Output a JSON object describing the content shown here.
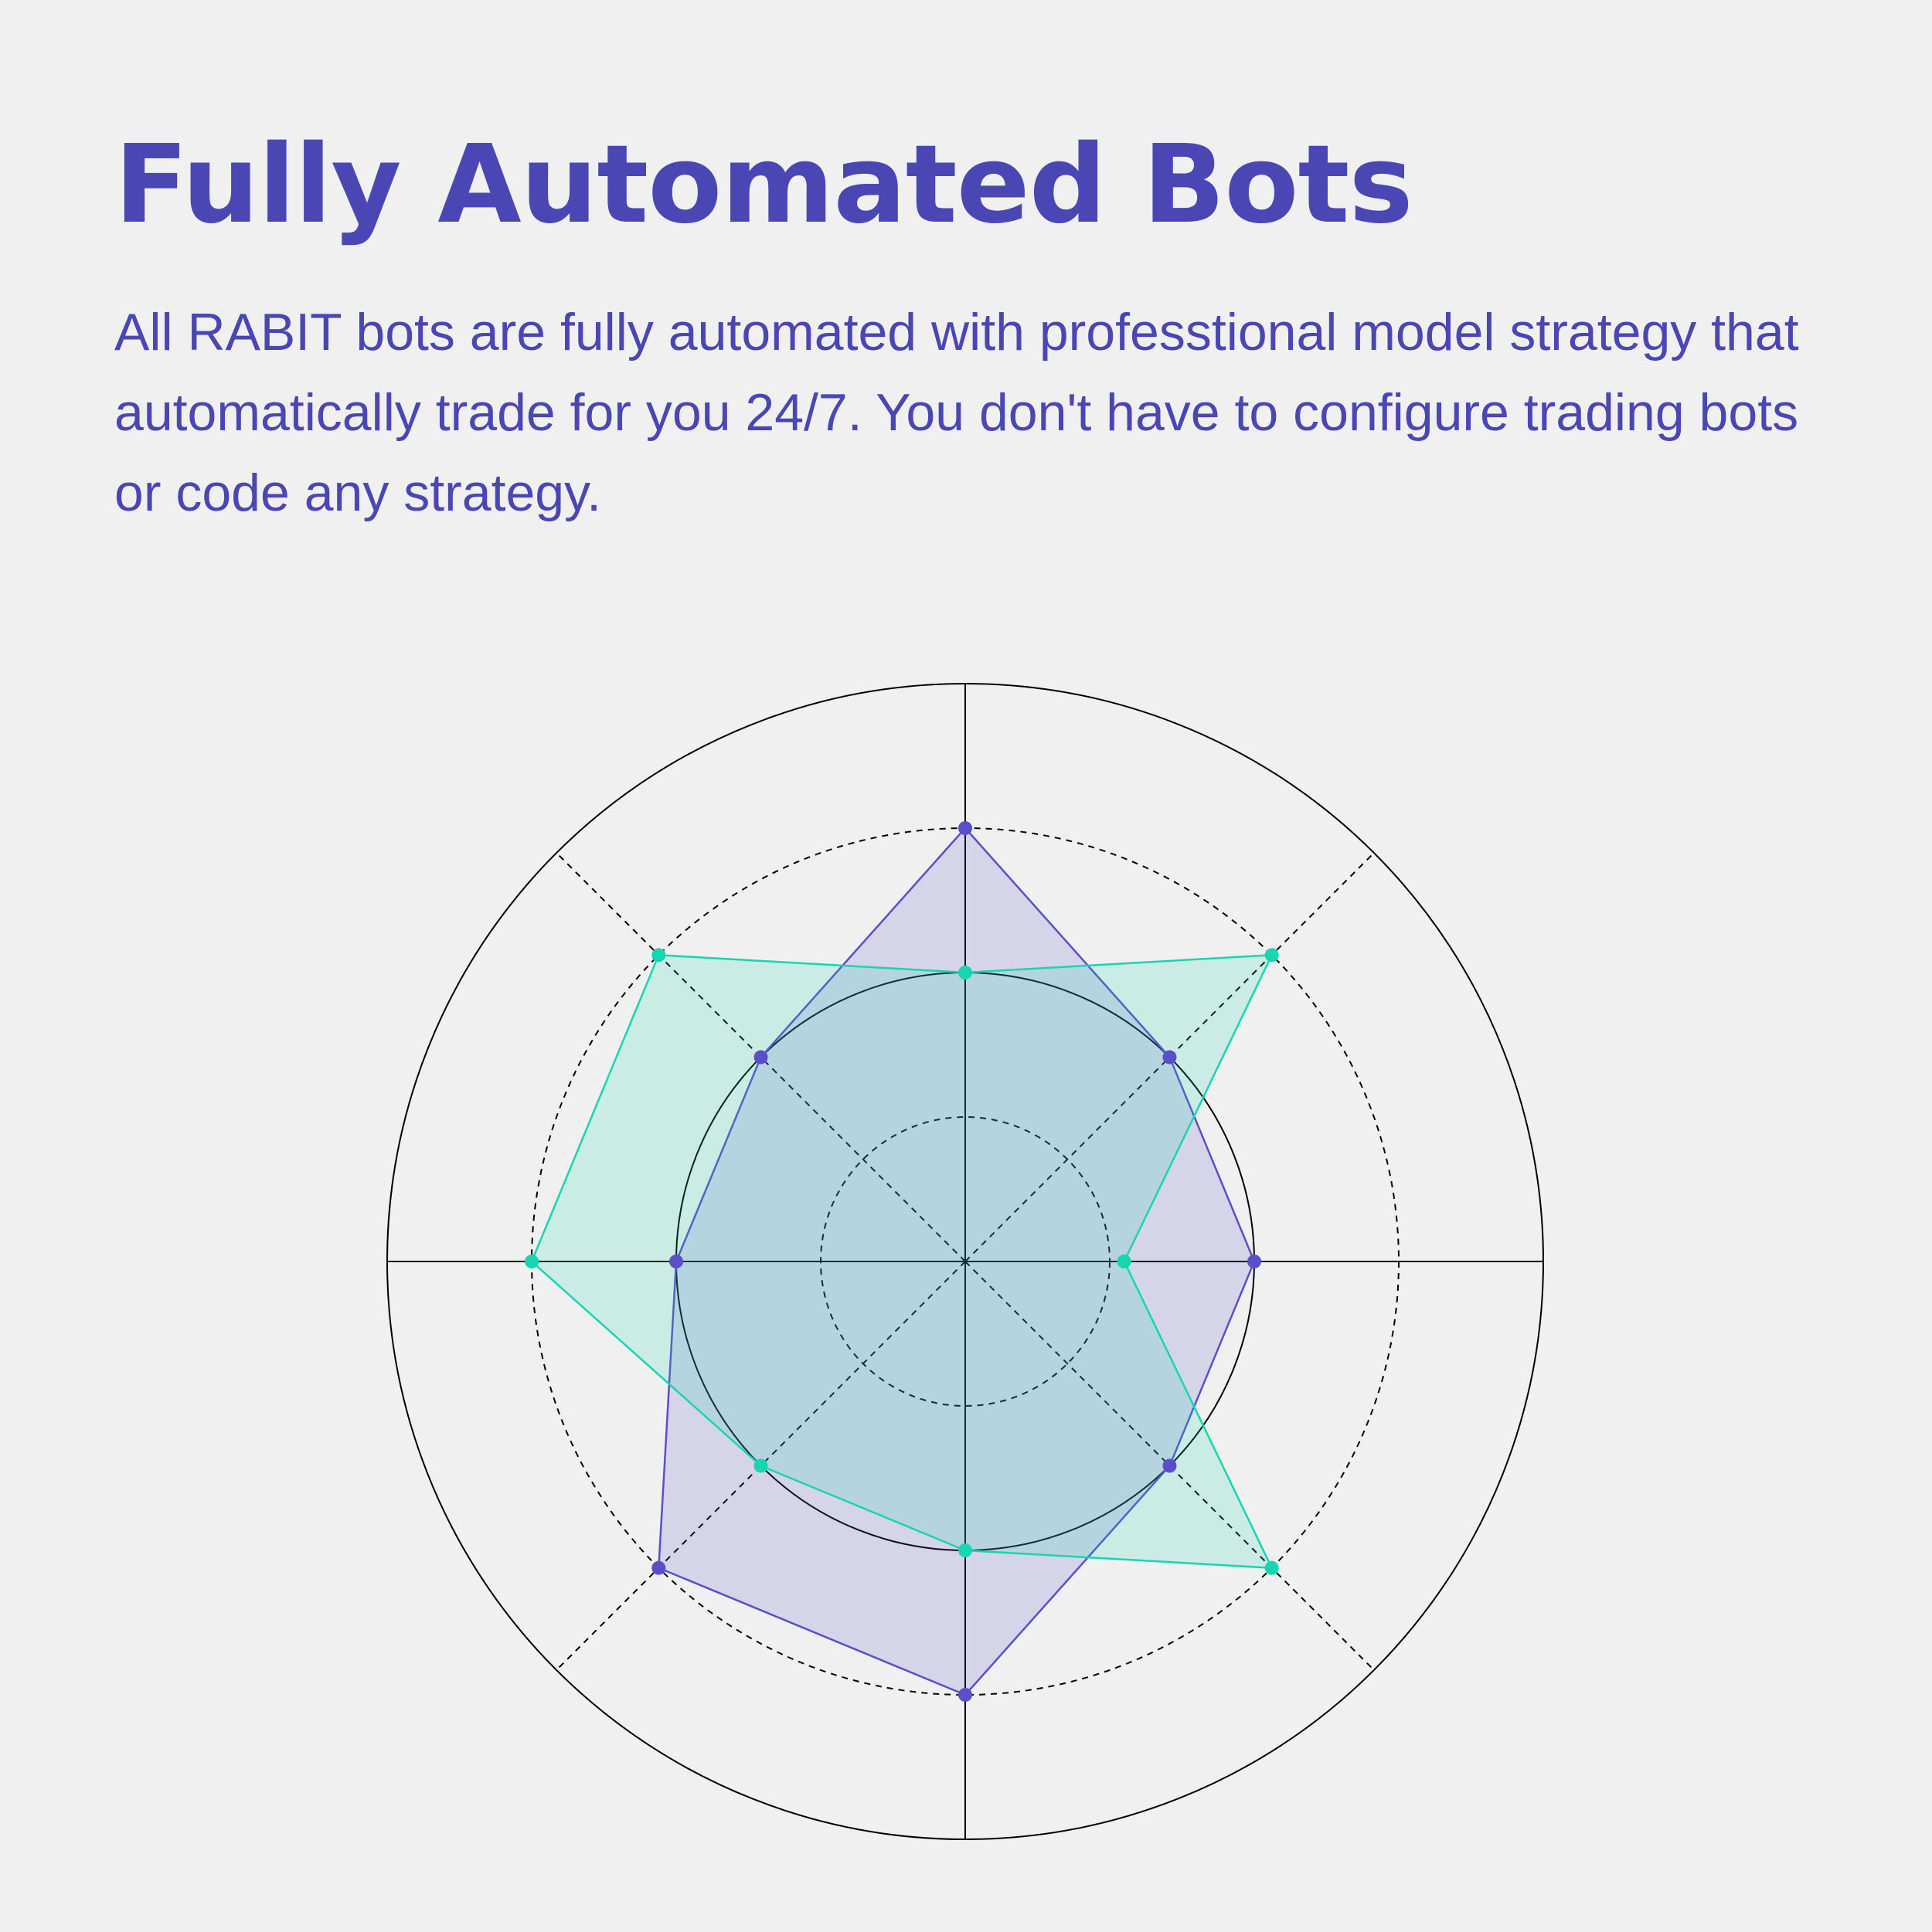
{
  "header": {
    "title": "Fully Automated Bots",
    "description": "All RABIT bots are fully automated with professtional model strategy that automatically trade for you 24/7. You don't have to configure trading bots or code any strategy."
  },
  "colors": {
    "text": "#4a46b4",
    "series_purple": "#5b4fc9",
    "series_teal": "#16d6b2",
    "grid": "#000000",
    "background": "#f0f0f0"
  },
  "chart_data": {
    "type": "radar",
    "axes_count": 8,
    "axis_labels": [],
    "rmax": 4,
    "rings": [
      {
        "value": 1,
        "style": "dashed"
      },
      {
        "value": 2,
        "style": "solid"
      },
      {
        "value": 3,
        "style": "dashed"
      },
      {
        "value": 4,
        "style": "solid"
      }
    ],
    "series": [
      {
        "color": "#5b4fc9",
        "values": [
          3,
          2,
          2,
          2,
          3,
          3,
          2,
          2
        ]
      },
      {
        "color": "#16d6b2",
        "values": [
          2,
          3,
          1.1,
          3,
          2,
          2,
          3,
          3
        ]
      }
    ]
  }
}
